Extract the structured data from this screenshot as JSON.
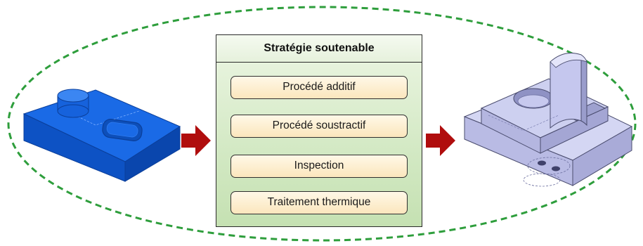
{
  "strategy": {
    "title": "Stratégie soutenable",
    "steps": [
      {
        "label": "Procédé additif"
      },
      {
        "label": "Procédé soustractif"
      },
      {
        "label": "Inspection"
      },
      {
        "label": "Traitement thermique"
      }
    ]
  },
  "colors": {
    "ellipse": "#2e9e3c",
    "arrow": "#b00d0d",
    "part_initial": "#1060d8",
    "part_final": "#c4c6ec",
    "box_fill": "#d3e9c4",
    "step_fill": "#fbe6bd"
  },
  "icons": {
    "input_part": "blue-block-part-icon",
    "output_part": "machined-part-icon",
    "flow_arrow": "red-arrow-icon"
  }
}
